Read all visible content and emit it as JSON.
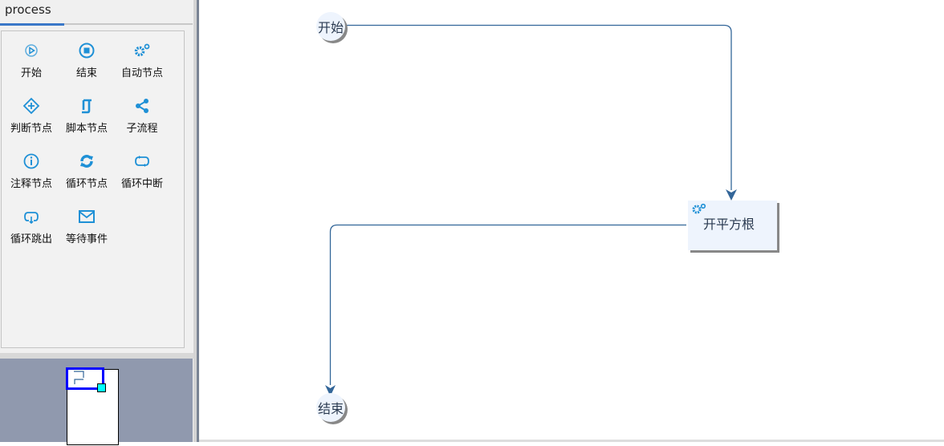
{
  "sidebar": {
    "tab": "process",
    "palette": [
      {
        "label": "开始",
        "icon": "play-circle-icon"
      },
      {
        "label": "结束",
        "icon": "stop-circle-icon"
      },
      {
        "label": "自动节点",
        "icon": "gears-icon"
      },
      {
        "label": "判断节点",
        "icon": "diamond-plus-icon"
      },
      {
        "label": "脚本节点",
        "icon": "script-icon"
      },
      {
        "label": "子流程",
        "icon": "share-icon"
      },
      {
        "label": "注释节点",
        "icon": "info-circle-icon"
      },
      {
        "label": "循环节点",
        "icon": "refresh-icon"
      },
      {
        "label": "循环中断",
        "icon": "loop-icon"
      },
      {
        "label": "循环跳出",
        "icon": "loop-exit-icon"
      },
      {
        "label": "等待事件",
        "icon": "envelope-icon"
      }
    ]
  },
  "diagram": {
    "start": "开始",
    "task": "开平方根",
    "end": "结束"
  },
  "colors": {
    "accent": "#1e90d6",
    "edge": "#336699",
    "node": "#eef4fd"
  }
}
